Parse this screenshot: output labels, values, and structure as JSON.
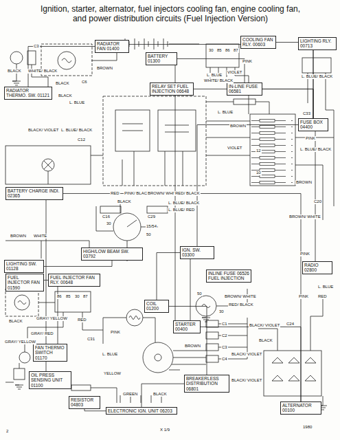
{
  "diagram": {
    "title": "Ignition, starter, alternator, fuel injectors cooling fan, engine cooling fan, and power distribution circuits (Fuel Injection Version)",
    "nodes": [
      {
        "text": [
          "RADIATOR FAN 01400"
        ]
      },
      {
        "text": [
          "RADIATOR THERMO. SW. 01121"
        ]
      },
      {
        "text": [
          "BATTERY 01300"
        ]
      },
      {
        "text": [
          "COOLING FAN RLY. 00603"
        ]
      },
      {
        "text": [
          "LIGHTING RLY. 00713"
        ]
      },
      {
        "text": [
          "RELAY SET FUEL INJECTION 06648"
        ]
      },
      {
        "text": [
          "IN-LINE FUSE 06581"
        ]
      },
      {
        "text": [
          "FUSE BOX 04400"
        ]
      },
      {
        "text": [
          "BATTERY CHARGE INDI. 02365"
        ]
      },
      {
        "text": [
          "HIGH/LOW BEAM SW. 03792"
        ]
      },
      {
        "text": [
          "IGN. SW. 03300"
        ]
      },
      {
        "text": [
          "LIGHTING SW. 01128"
        ]
      },
      {
        "text": [
          "FUEL INJECTOR FAN 01590"
        ]
      },
      {
        "text": [
          "FUEL INJECTOR FAN RLY. 00648"
        ]
      },
      {
        "text": [
          "INLINE FUSE 06526 FUEL INJECTION"
        ]
      },
      {
        "text": [
          "STARTER 00400"
        ]
      },
      {
        "text": [
          "RADIO 02800"
        ]
      },
      {
        "text": [
          "FAN THERMO SWITCH 01170"
        ]
      },
      {
        "text": [
          "OIL PRESS SENSING UNIT 01100"
        ]
      },
      {
        "text": [
          "COIL 01200"
        ]
      },
      {
        "text": [
          "BREAKERLESS DISTRIBUTION 06801"
        ]
      },
      {
        "text": [
          "RESISTOR 04803"
        ]
      },
      {
        "text": [
          "ELECTRONIC IGN. UNIT 06203"
        ]
      },
      {
        "text": [
          "ALTERNATOR 00100"
        ]
      }
    ],
    "edges": [
      {
        "from": 0,
        "to": 1,
        "arrow": "none"
      },
      {
        "from": 0,
        "to": 3,
        "arrow": "none"
      },
      {
        "from": 2,
        "to": 6,
        "arrow": "none"
      },
      {
        "from": 6,
        "to": 7,
        "arrow": "none"
      },
      {
        "from": 3,
        "to": 7,
        "arrow": "none"
      },
      {
        "from": 4,
        "to": 7,
        "arrow": "none"
      },
      {
        "from": 5,
        "to": 7,
        "arrow": "none"
      },
      {
        "from": 7,
        "to": 10,
        "arrow": "none"
      },
      {
        "from": 8,
        "to": 23,
        "arrow": "none"
      },
      {
        "from": 11,
        "to": 9,
        "arrow": "none"
      },
      {
        "from": 12,
        "to": 13,
        "arrow": "none"
      },
      {
        "from": 13,
        "to": 17,
        "arrow": "none"
      },
      {
        "from": 10,
        "to": 15,
        "arrow": "none"
      },
      {
        "from": 10,
        "to": 19,
        "arrow": "none"
      },
      {
        "from": 19,
        "to": 20,
        "arrow": "none"
      },
      {
        "from": 20,
        "to": 22,
        "arrow": "none"
      },
      {
        "from": 22,
        "to": 21,
        "arrow": "none"
      },
      {
        "from": 7,
        "to": 16,
        "arrow": "none"
      },
      {
        "from": 15,
        "to": 23,
        "arrow": "none"
      },
      {
        "from": 18,
        "to": 8,
        "arrow": "none"
      },
      {
        "from": 2,
        "to": 15,
        "arrow": "none"
      }
    ],
    "labels": [
      "C3",
      "BROWN",
      "WHITE/ BLACK",
      "BLACK",
      "C6",
      "BLACK",
      "BLACK",
      "L. BLUE",
      "30",
      "85",
      "86",
      "87",
      "L. BLUE",
      "VIOLET",
      "WHITE/ BLACK",
      "PINK",
      "L. BLUE/ BLACK",
      "BLACK/ VIOLET",
      "L. BLUE/ BLACK",
      "C12",
      "RED",
      "PINK/ BLACK",
      "BROWN/ WHITE",
      "RED/ BLACK",
      "L. BLUE",
      "BROWN",
      "VIOLET",
      "12",
      "10",
      "C33",
      "PINK",
      "L. BLUE/ BLACK",
      "BROWN",
      "C20",
      "BROWN/ WHITE",
      "BLACK",
      "C16",
      "C29",
      "L. BLUE/ BLACK",
      "L. BLUE/ RED",
      "15/54",
      "50",
      "30",
      "BROWN",
      "WHITE",
      "PINK",
      "L. BLUE",
      "PINK",
      "RED",
      "BLACK",
      "86",
      "85",
      "30",
      "87",
      "GRAY/ YELLOW",
      "RED",
      "GRAY/ RED",
      "GRAY/ YELLOW",
      "BROWN/ WHITE",
      "RED/ BLACK",
      "C1",
      "C2",
      "C3",
      "C4",
      "30",
      "50",
      "C31",
      "PINK",
      "L. BLUE",
      "YELLOW",
      "BROWN",
      "GREEN",
      "BLACK",
      "BLACK",
      "BLACK/ VIOLET",
      "C24",
      "BLACK/ VIOLET",
      "BLACK/ VIOLET",
      "2",
      "X 1/9",
      "1980"
    ]
  }
}
